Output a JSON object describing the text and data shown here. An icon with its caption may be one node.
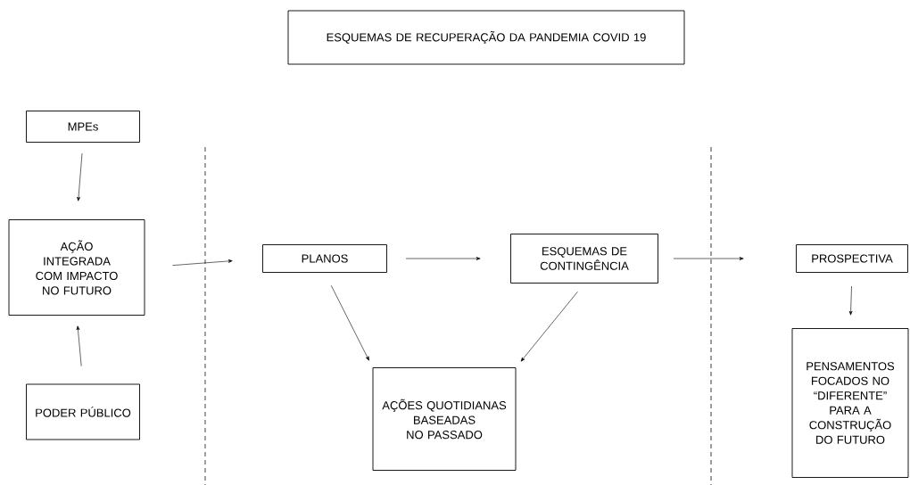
{
  "diagram": {
    "nodes": [
      {
        "text": [
          "ESQUEMAS DE RECUPERAÇÃO DA PANDEMIA COVID 19"
        ]
      },
      {
        "text": [
          "MPEs"
        ]
      },
      {
        "text": [
          "AÇÃO INTEGRADA COM IMPACTO NO FUTURO"
        ]
      },
      {
        "text": [
          "PODER PÚBLICO"
        ]
      },
      {
        "text": [
          "PLANOS"
        ]
      },
      {
        "text": [
          "ESQUEMAS DE CONTINGÊNCIA"
        ]
      },
      {
        "text": [
          "PROSPECTIVA"
        ]
      },
      {
        "text": [
          "AÇÕES QUOTIDIANAS BASEADAS NO PASSADO"
        ]
      },
      {
        "text": [
          "PENSAMENTOS FOCADOS NO “DIFERENTE” PARA A CONSTRUÇÃO DO FUTURO"
        ]
      }
    ],
    "edges": [
      {
        "from": 1,
        "to": 2,
        "arrow": "to"
      },
      {
        "from": 3,
        "to": 2,
        "arrow": "to"
      },
      {
        "from": 2,
        "to": 4,
        "arrow": "to"
      },
      {
        "from": 4,
        "to": 5,
        "arrow": "to"
      },
      {
        "from": 5,
        "to": 6,
        "arrow": "to"
      },
      {
        "from": 4,
        "to": 7,
        "arrow": "to"
      },
      {
        "from": 5,
        "to": 7,
        "arrow": "to"
      },
      {
        "from": 6,
        "to": 8,
        "arrow": "to"
      }
    ]
  }
}
